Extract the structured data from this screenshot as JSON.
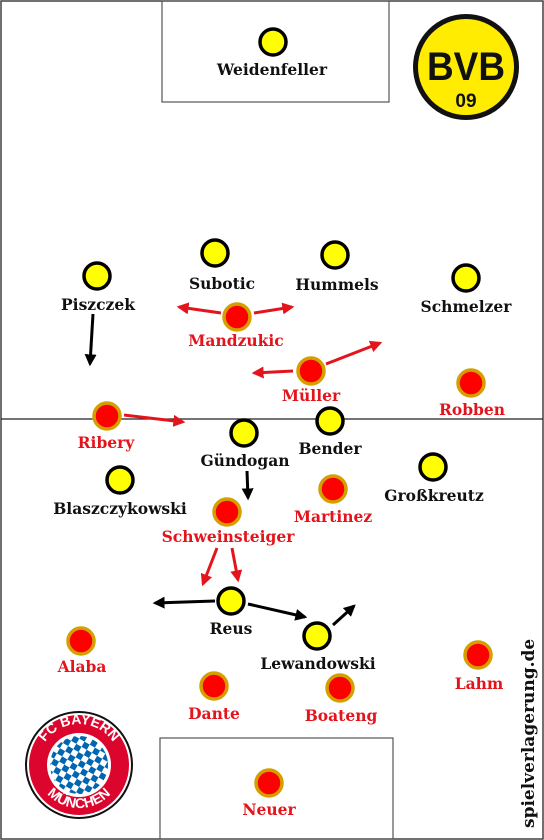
{
  "watermark": "spielverlagerung.de",
  "colors": {
    "bvb_fill": "#ffff00",
    "bvb_stroke": "#000000",
    "fcb_fill": "#ff0000",
    "fcb_stroke": "#d4a000",
    "bvb_arrow": "#000000",
    "fcb_arrow": "#e3141c",
    "bvb_text": "#111111",
    "fcb_text": "#e3141c"
  },
  "logos": {
    "bvb": {
      "letters": "BVB",
      "number": "09"
    },
    "fcb": {
      "top_text": "FC BAYERN",
      "bottom_text": "MÜNCHEN"
    }
  },
  "teams": {
    "bvb": {
      "players": [
        {
          "id": "weidenfeller",
          "name": "Weidenfeller"
        },
        {
          "id": "subotic",
          "name": "Subotic"
        },
        {
          "id": "hummels",
          "name": "Hummels"
        },
        {
          "id": "piszczek",
          "name": "Piszczek"
        },
        {
          "id": "schmelzer",
          "name": "Schmelzer"
        },
        {
          "id": "bender",
          "name": "Bender"
        },
        {
          "id": "gundogan",
          "name": "Gündogan"
        },
        {
          "id": "blaszczykowski",
          "name": "Blaszczykowski"
        },
        {
          "id": "grosskreutz",
          "name": "Großkreutz"
        },
        {
          "id": "reus",
          "name": "Reus"
        },
        {
          "id": "lewandowski",
          "name": "Lewandowski"
        }
      ]
    },
    "fcb": {
      "players": [
        {
          "id": "mandzukic",
          "name": "Mandzukic"
        },
        {
          "id": "muller",
          "name": "Müller"
        },
        {
          "id": "robben",
          "name": "Robben"
        },
        {
          "id": "ribery",
          "name": "Ribery"
        },
        {
          "id": "martinez",
          "name": "Martinez"
        },
        {
          "id": "schweinsteiger",
          "name": "Schweinsteiger"
        },
        {
          "id": "alaba",
          "name": "Alaba"
        },
        {
          "id": "dante",
          "name": "Dante"
        },
        {
          "id": "boateng",
          "name": "Boateng"
        },
        {
          "id": "lahm",
          "name": "Lahm"
        },
        {
          "id": "neuer",
          "name": "Neuer"
        }
      ]
    }
  }
}
